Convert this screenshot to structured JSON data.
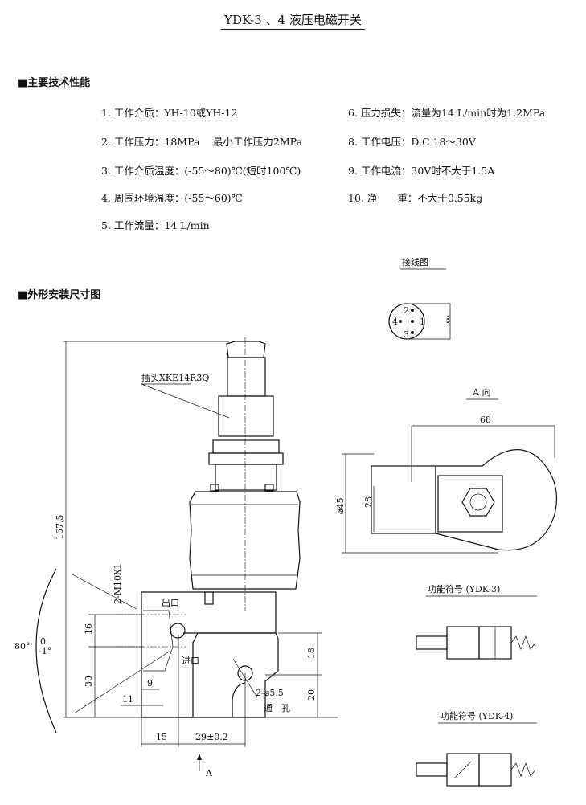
{
  "title": "YDK-3 、4 液压电磁开关",
  "sections": {
    "specs": "■主要技术性能",
    "outline": "■外形安装尺寸图"
  },
  "specs": [
    "1. 工作介质：YH-10或YH-12",
    "2. 工作压力：18MPa　 最小工作压力2MPa",
    "3. 工作介质温度：(-55～80)℃(短时100℃)",
    "4. 周围环境温度：(-55～60)℃",
    "5. 工作流量：14 L/min",
    "6. 压力损失：流量为14 L/min时为1.2MPa",
    "8. 工作电压：D.C 18～30V",
    "9. 工作电流：30V时不大于1.5A",
    "10. 净　　重：不大于0.55kg"
  ],
  "drawing": {
    "plug_label": "插头XKE14R3Q",
    "height_dim": "167.5",
    "thread_label": "2-M10X1",
    "angle_label": "80°",
    "angle_tol_upper": "0",
    "angle_tol_lower": "-1°",
    "outlet": "出口",
    "inlet": "进口",
    "dims": {
      "d16": "16",
      "d30": "30",
      "d9": "9",
      "d11": "11",
      "d15": "15",
      "d29": "29±0.2",
      "d18": "18",
      "d20": "20"
    },
    "hole_label": "2-⌀5.5",
    "hole_note": "通　孔",
    "view_arrow": "A"
  },
  "wiring": {
    "title": "接线图",
    "pins": [
      "2",
      "1",
      "4",
      "3"
    ]
  },
  "view_a": {
    "title": "A 向",
    "width": "68",
    "diameter": "⌀45",
    "height": "28"
  },
  "symbols": [
    {
      "title": "功能符号 (YDK-3)"
    },
    {
      "title": "功能符号 (YDK-4)"
    }
  ]
}
